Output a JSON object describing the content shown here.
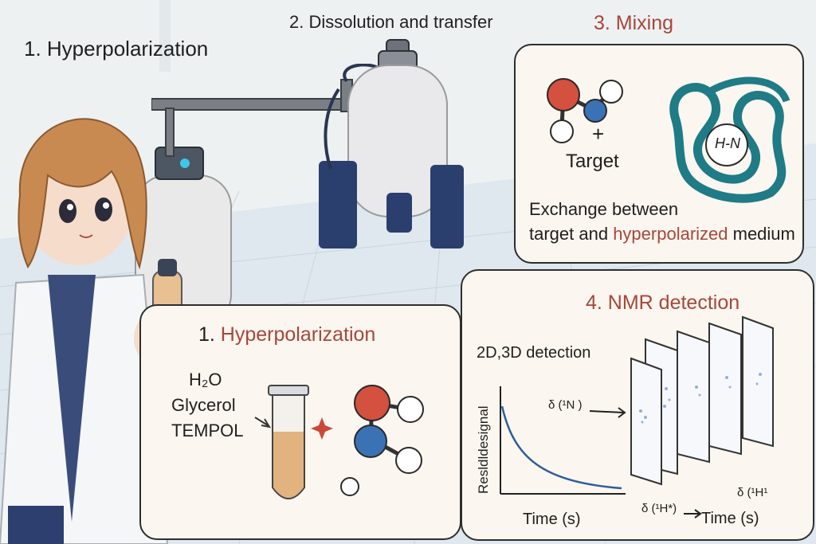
{
  "step1": {
    "heading": "1.  Hyperpolarization"
  },
  "step2": {
    "heading": "2. Dissolution and transfer"
  },
  "step3": {
    "heading": "3.   Mixing",
    "target_label": "Target",
    "plus": "+",
    "protein_label": "H-N",
    "caption_line1": "Exchange between",
    "caption_line2_a": "target and ",
    "caption_line2_b": "hyperpolarized",
    "caption_line2_c": " medium"
  },
  "panel1": {
    "heading": "1. ",
    "heading_highlight": "Hyperpolarization",
    "ingredients": [
      "H₂O",
      "Glycerol",
      "TEMPOL"
    ]
  },
  "panel4": {
    "heading": "4. NMR detection",
    "subheading": "2D,3D detection",
    "ylabel": "Resldldesignal",
    "xlabel": "Time (s)",
    "axis_n": "δ (¹N )",
    "axis_h_star": "δ (¹H*)",
    "axis_time": "Time (s)",
    "axis_h": "δ (¹H¹"
  },
  "colors": {
    "accent_red": "#a5473b",
    "navy": "#2a3f6d",
    "teal": "#1f7b86",
    "tube_fill": "#e2b37e"
  }
}
